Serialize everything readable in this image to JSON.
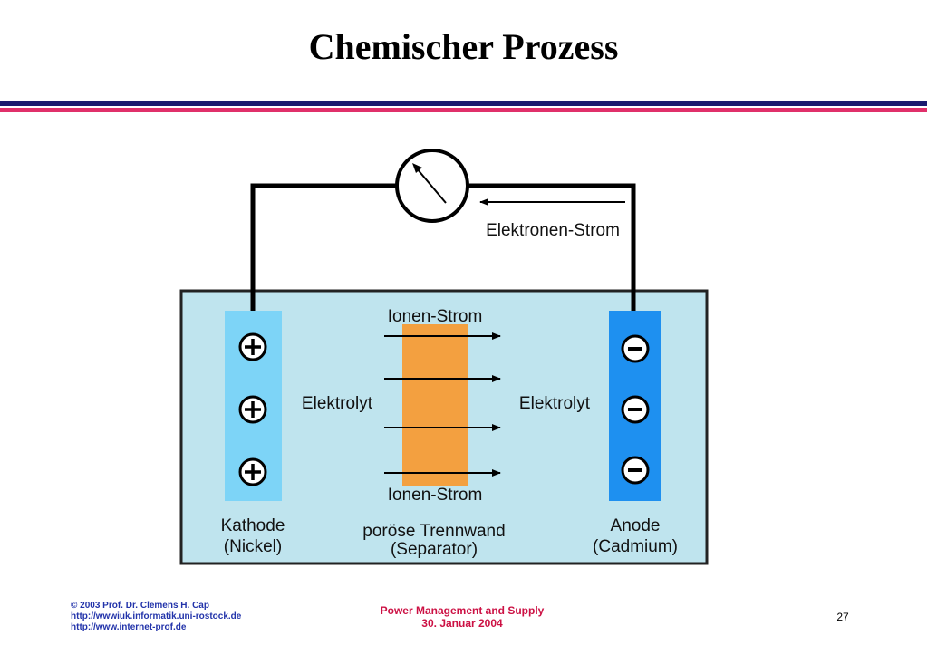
{
  "slide": {
    "title": "Chemischer Prozess",
    "page_number": "27"
  },
  "diagram": {
    "electron_current_label": "Elektronen-Strom",
    "ion_current_top_label": "Ionen-Strom",
    "ion_current_bottom_label": "Ionen-Strom",
    "electrolyte_left_label": "Elektrolyt",
    "electrolyte_right_label": "Elektrolyt",
    "cathode_label_line1": "Kathode",
    "cathode_label_line2": "(Nickel)",
    "separator_label_line1": "poröse Trennwand",
    "separator_label_line2": "(Separator)",
    "anode_label_line1": "Anode",
    "anode_label_line2": "(Cadmium)",
    "colors": {
      "electrolyte": "#bfe4ee",
      "cathode": "#7dd4f7",
      "anode": "#1e90f0",
      "separator": "#f3a040"
    }
  },
  "footer": {
    "copyright": "© 2003 Prof. Dr. Clemens H. Cap",
    "url1": "http://wwwiuk.informatik.uni-rostock.de",
    "url2": "http://www.internet-prof.de",
    "course": "Power Management and Supply",
    "date": "30. Januar 2004"
  }
}
